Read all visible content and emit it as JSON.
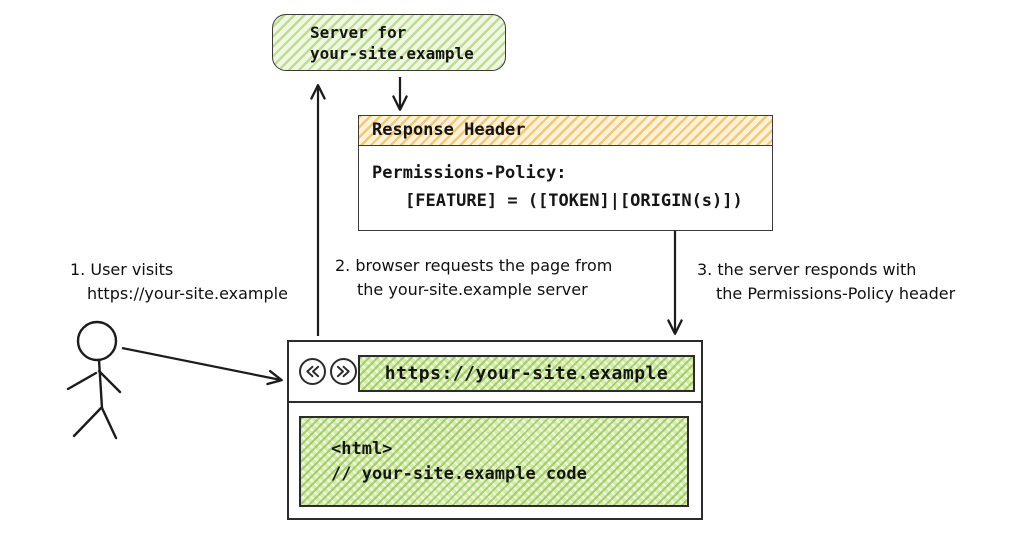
{
  "server_box": {
    "line1": "Server for",
    "line2": "your-site.example"
  },
  "response_header_box": {
    "title": "Response Header",
    "body_line1": "Permissions-Policy:",
    "body_line2": "[FEATURE] = ([TOKEN]|[ORIGIN(s)])"
  },
  "steps": [
    {
      "line1": "1. User visits",
      "line2": "https://your-site.example"
    },
    {
      "line1": "2. browser requests the page from",
      "line2": "the your-site.example server"
    },
    {
      "line1": "3. the server responds with",
      "line2": "the Permissions-Policy header"
    }
  ],
  "browser": {
    "url": "https://your-site.example",
    "content_line1": "<html>",
    "content_line2": "// your-site.example code",
    "icons": {
      "back": "double-chevron-left-icon",
      "forward": "double-chevron-right-icon"
    }
  },
  "colors": {
    "green_hatch": "#bdde92",
    "green_crosshatch": "#a9d87c",
    "orange_hatch": "#f3c878",
    "stroke": "#2c2c2c"
  }
}
